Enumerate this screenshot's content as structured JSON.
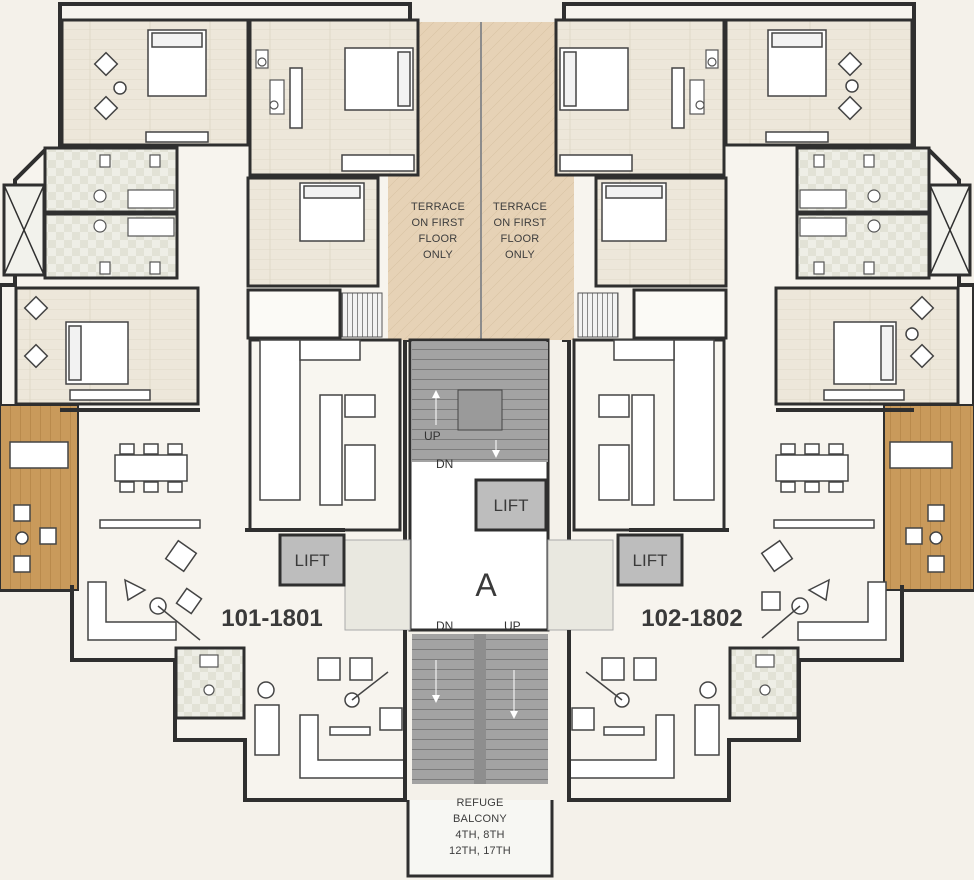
{
  "terrace_left": [
    "TERRACE",
    "ON FIRST",
    "FLOOR",
    "ONLY"
  ],
  "terrace_right": [
    "TERRACE",
    "ON FIRST",
    "FLOOR",
    "ONLY"
  ],
  "lift_center": "LIFT",
  "lift_left": "LIFT",
  "lift_right": "LIFT",
  "tower": "A",
  "unit_left": "101-1801",
  "unit_right": "102-1802",
  "stair_top_up": "UP",
  "stair_top_dn": "DN",
  "stair_bottom_dn": "DN",
  "stair_bottom_up": "UP",
  "refuge": [
    "REFUGE",
    "BALCONY",
    "4TH, 8TH",
    "12TH, 17TH"
  ],
  "colors": {
    "wall": "#2f2f2f",
    "floor": "#f7f4ee",
    "bedroom_floor": "#ece6d9",
    "terrace": "#e3cfb4",
    "deck": "#c99a5b",
    "stair": "#9e9e9e",
    "lift": "#bdbdbd",
    "tile": "#e7e7dc"
  }
}
